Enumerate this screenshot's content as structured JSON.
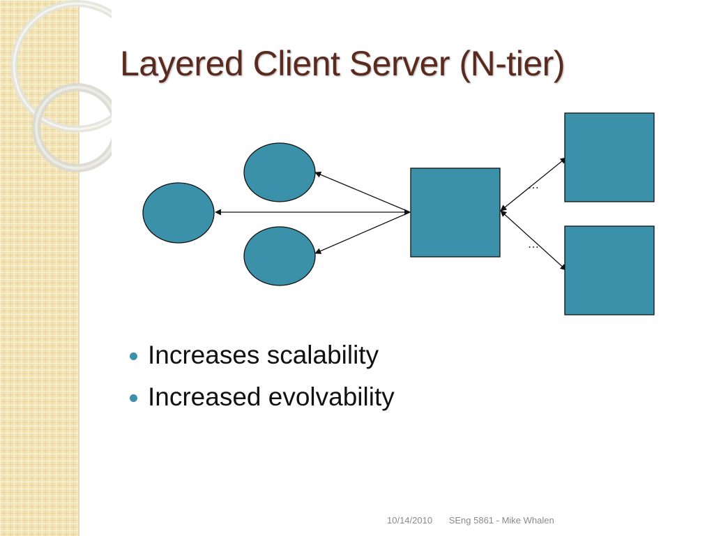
{
  "slide": {
    "title": "Layered Client Server (N-tier)",
    "bullets": [
      "Increases scalability",
      "Increased evolvability"
    ],
    "footer": {
      "date": "10/14/2010",
      "course": "SEng 5861 - Mike Whalen"
    }
  },
  "diagram": {
    "labels": {
      "ellipsis_top": "…",
      "ellipsis_bottom": "…"
    },
    "colors": {
      "node_fill": "#3c91aa",
      "node_stroke": "#111111",
      "arrow": "#111111"
    }
  },
  "theme": {
    "title_color": "#5a2a1e",
    "bullet_color": "#3c91aa",
    "strip_color": "#f4e4b4"
  }
}
